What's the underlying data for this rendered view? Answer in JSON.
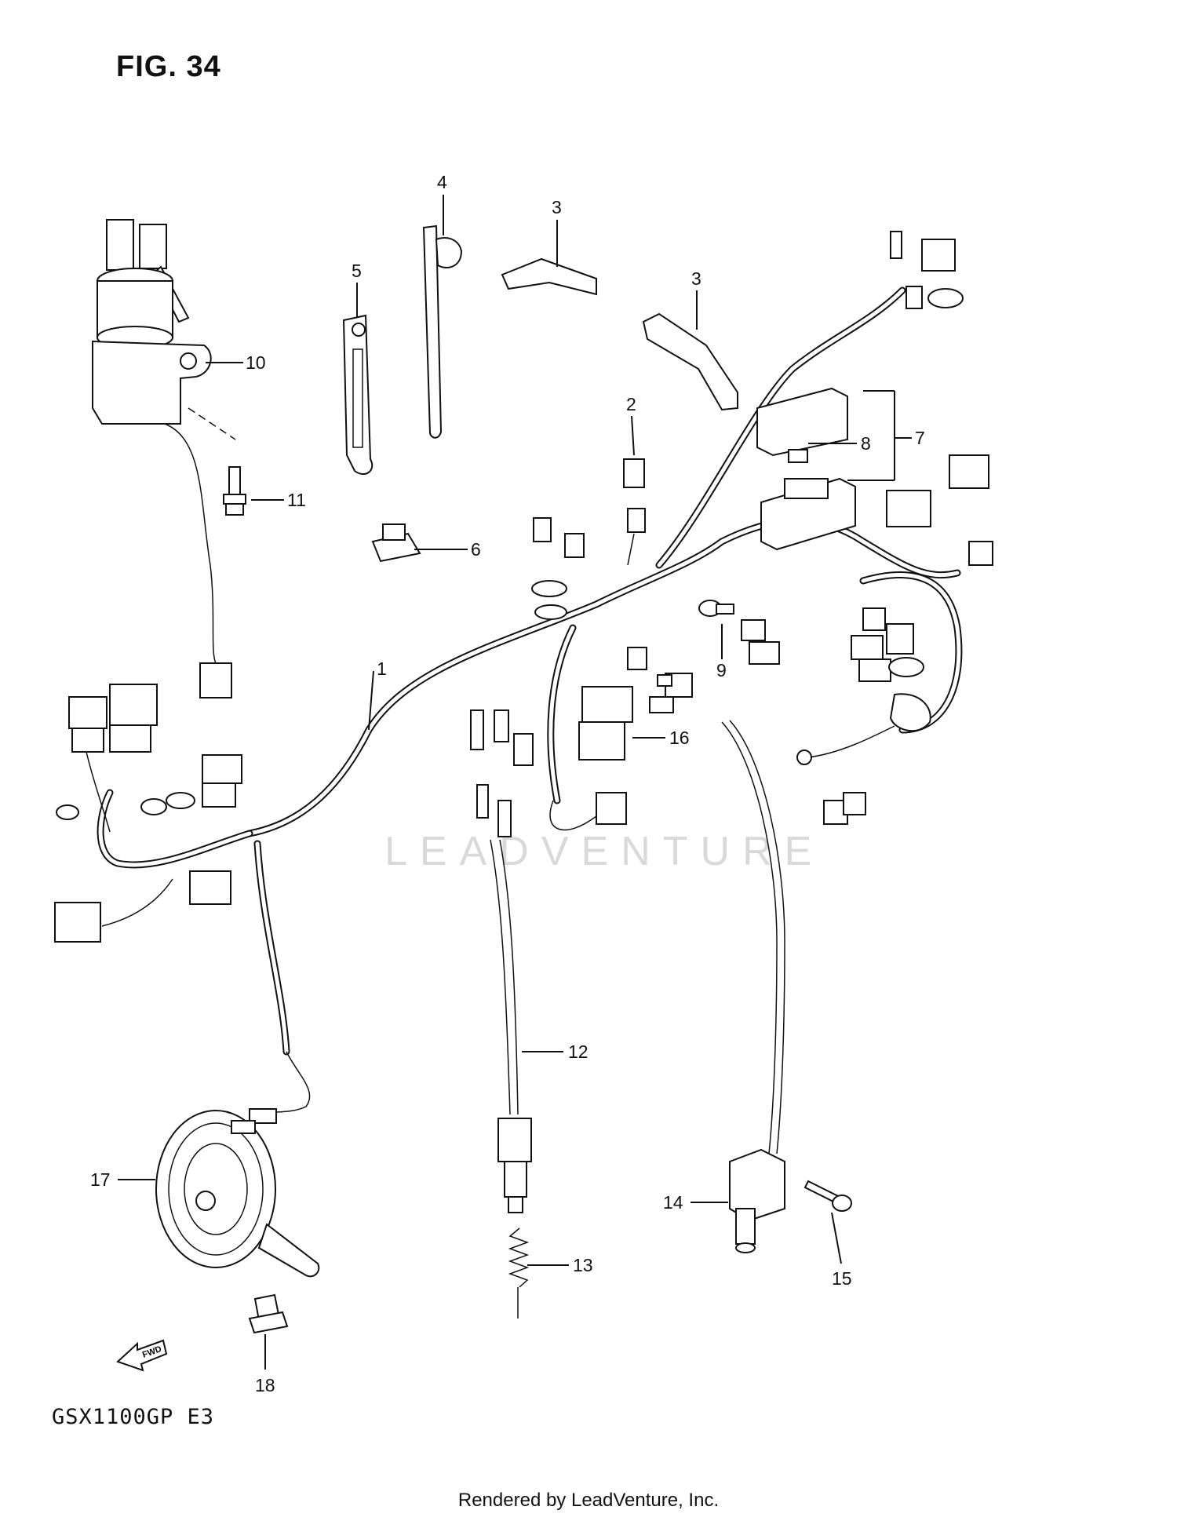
{
  "figure": {
    "title": "FIG. 34",
    "model_code": "GSX1100GP E3"
  },
  "credit": "Rendered by LeadVenture, Inc.",
  "watermark": "LEADVENTURE",
  "fwd_label": "FWD",
  "callouts": [
    "1",
    "2",
    "3",
    "3",
    "4",
    "5",
    "6",
    "7",
    "8",
    "9",
    "10",
    "11",
    "12",
    "13",
    "14",
    "15",
    "16",
    "17",
    "18"
  ]
}
